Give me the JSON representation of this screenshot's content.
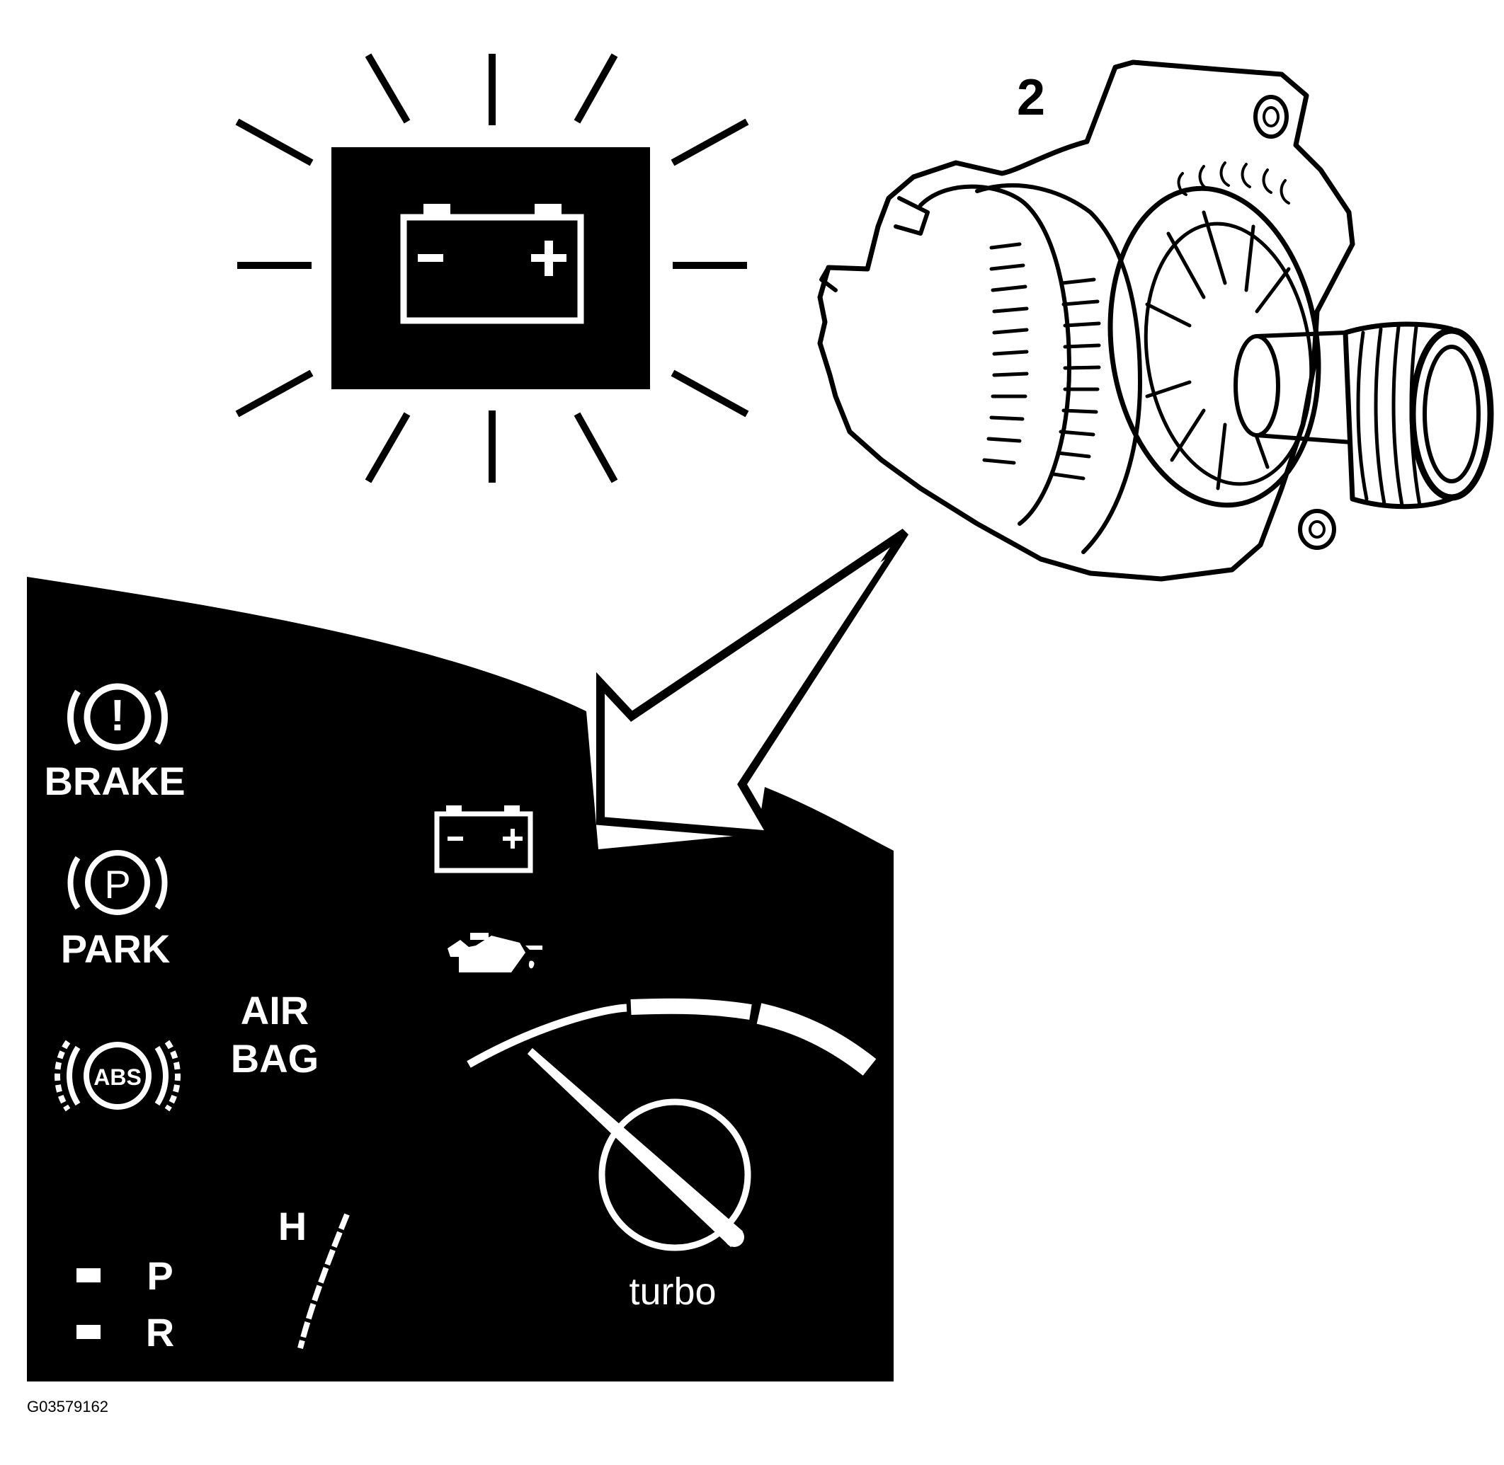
{
  "callout_number": "2",
  "figure_id": "G03579162",
  "warning_labels": {
    "brake": "BRAKE",
    "park": "PARK",
    "air_bag_line1": "AIR",
    "air_bag_line2": "BAG",
    "abs": "ABS",
    "park_symbol": "P",
    "brake_symbol": "!"
  },
  "gear_indicator": {
    "park": "P",
    "reverse": "R"
  },
  "temp_gauge": {
    "hot_label": "H"
  },
  "turbo_gauge": {
    "label": "turbo"
  },
  "battery_symbol": {
    "minus": "−",
    "plus": "+"
  },
  "icons": [
    "battery-warning-icon",
    "oil-pressure-icon",
    "brake-warning-icon",
    "park-brake-icon",
    "abs-icon",
    "alternator-illustration",
    "pointer-arrow"
  ],
  "colors": {
    "ink": "#000000",
    "paper": "#ffffff"
  }
}
